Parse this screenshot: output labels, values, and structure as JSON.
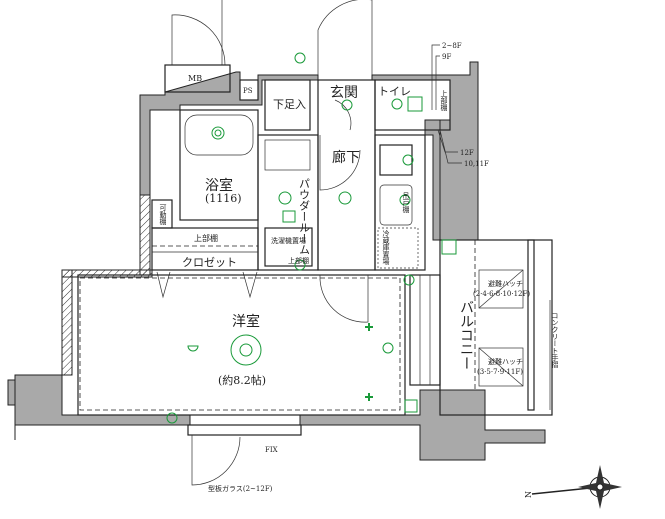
{
  "rooms": {
    "western_room": "洋室",
    "western_room_size": "(約8.2帖)",
    "bathroom": "浴室",
    "bathroom_size": "(1116)",
    "hallway": "廊下",
    "entrance": "玄関",
    "toilet": "トイレ",
    "shoe_storage": "下足入",
    "powder_room": "パウダールーム",
    "closet": "クロゼット",
    "balcony": "バルコニー",
    "mb": "MB",
    "ps": "PS"
  },
  "labels": {
    "upper_shelf": "上部棚",
    "movable_shelf": "可動棚",
    "washer_space": "洗濯機置場",
    "washer_upper_shelf": "上部棚",
    "fridge_space": "冷蔵庫置場",
    "hanging_cabinet": "吊戸棚",
    "toilet_upper_shelf": "上部棚",
    "hatch_1": "避難ハッチ",
    "hatch_1_floors": "(2·4·6·8·10·12F)",
    "hatch_2": "避難ハッチ",
    "hatch_2_floors": "(3·5·7·9·11F)",
    "concrete_railing": "コンクリート手摺",
    "fix": "FIX",
    "patterned_glass": "型板ガラス(2~12F)",
    "floor_note_1": "2~8F",
    "floor_note_2": "9F",
    "floor_note_3": "12F",
    "floor_note_4": "10,11F",
    "north": "N"
  },
  "colors": {
    "wall": "#a9a9a9",
    "equipment": "#1a9a3a",
    "line": "#222222"
  }
}
